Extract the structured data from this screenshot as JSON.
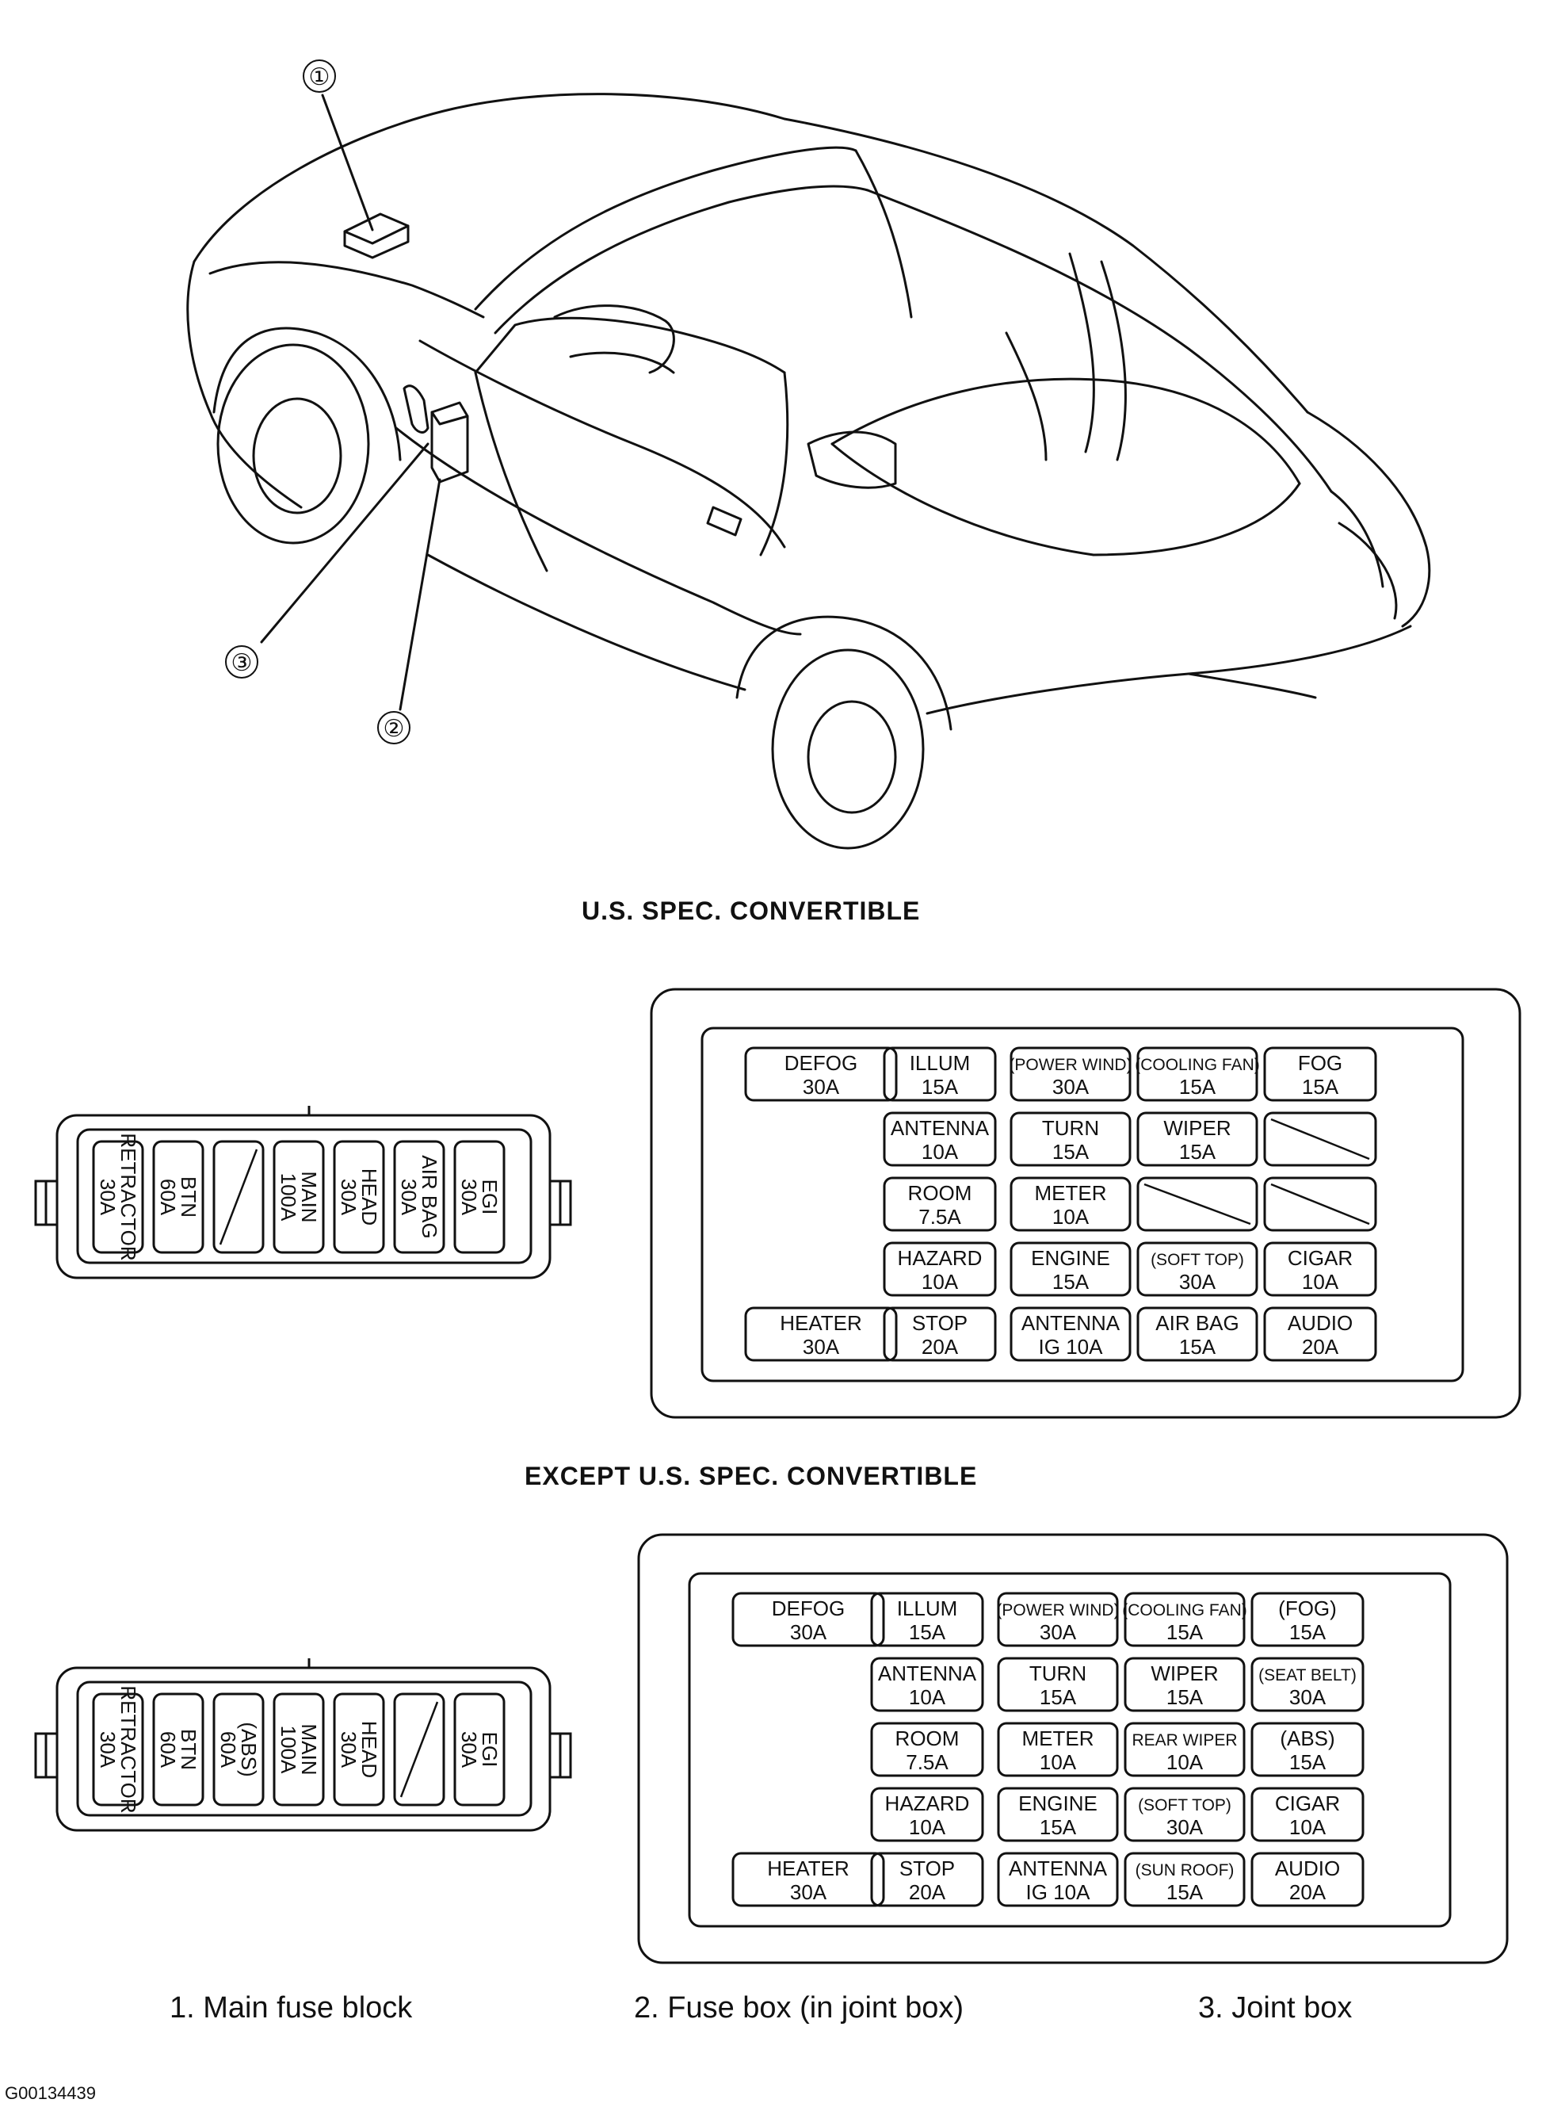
{
  "callouts": [
    "①",
    "②",
    "③"
  ],
  "section_titles": {
    "us": "U.S. SPEC. CONVERTIBLE",
    "except": "EXCEPT U.S. SPEC. CONVERTIBLE"
  },
  "main_fuse_block_us": [
    {
      "name": "RETRACTOR",
      "rating": "30A"
    },
    {
      "name": "BTN",
      "rating": "60A"
    },
    {
      "name": "",
      "rating": ""
    },
    {
      "name": "MAIN",
      "rating": "100A"
    },
    {
      "name": "HEAD",
      "rating": "30A"
    },
    {
      "name": "AIR BAG",
      "rating": "30A"
    },
    {
      "name": "EGI",
      "rating": "30A"
    }
  ],
  "main_fuse_block_except": [
    {
      "name": "RETRACTOR",
      "rating": "30A"
    },
    {
      "name": "BTN",
      "rating": "60A"
    },
    {
      "name": "(ABS)",
      "rating": "60A"
    },
    {
      "name": "MAIN",
      "rating": "100A"
    },
    {
      "name": "HEAD",
      "rating": "30A"
    },
    {
      "name": "",
      "rating": ""
    },
    {
      "name": "EGI",
      "rating": "30A"
    }
  ],
  "fuse_box_us": [
    {
      "name": "DEFOG",
      "rating": "30A"
    },
    {
      "name": "ILLUM",
      "rating": "15A"
    },
    {
      "name": "(POWER WIND)",
      "rating": "30A"
    },
    {
      "name": "(COOLING FAN)",
      "rating": "15A"
    },
    {
      "name": "FOG",
      "rating": "15A"
    },
    {
      "name": "ANTENNA",
      "rating": "10A"
    },
    {
      "name": "TURN",
      "rating": "15A"
    },
    {
      "name": "WIPER",
      "rating": "15A"
    },
    {
      "name": "",
      "rating": ""
    },
    {
      "name": "ROOM",
      "rating": "7.5A"
    },
    {
      "name": "METER",
      "rating": "10A"
    },
    {
      "name": "",
      "rating": ""
    },
    {
      "name": "",
      "rating": ""
    },
    {
      "name": "HAZARD",
      "rating": "10A"
    },
    {
      "name": "ENGINE",
      "rating": "15A"
    },
    {
      "name": "(SOFT TOP)",
      "rating": "30A"
    },
    {
      "name": "CIGAR",
      "rating": "10A"
    },
    {
      "name": "HEATER",
      "rating": "30A"
    },
    {
      "name": "STOP",
      "rating": "20A"
    },
    {
      "name": "ANTENNA",
      "rating": "IG 10A"
    },
    {
      "name": "AIR BAG",
      "rating": "15A"
    },
    {
      "name": "AUDIO",
      "rating": "20A"
    }
  ],
  "fuse_box_except": [
    {
      "name": "DEFOG",
      "rating": "30A"
    },
    {
      "name": "ILLUM",
      "rating": "15A"
    },
    {
      "name": "(POWER WIND)",
      "rating": "30A"
    },
    {
      "name": "(COOLING FAN)",
      "rating": "15A"
    },
    {
      "name": "(FOG)",
      "rating": "15A"
    },
    {
      "name": "ANTENNA",
      "rating": "10A"
    },
    {
      "name": "TURN",
      "rating": "15A"
    },
    {
      "name": "WIPER",
      "rating": "15A"
    },
    {
      "name": "(SEAT BELT)",
      "rating": "30A"
    },
    {
      "name": "ROOM",
      "rating": "7.5A"
    },
    {
      "name": "METER",
      "rating": "10A"
    },
    {
      "name": "REAR WIPER",
      "rating": "10A"
    },
    {
      "name": "(ABS)",
      "rating": "15A"
    },
    {
      "name": "HAZARD",
      "rating": "10A"
    },
    {
      "name": "ENGINE",
      "rating": "15A"
    },
    {
      "name": "(SOFT TOP)",
      "rating": "30A"
    },
    {
      "name": "CIGAR",
      "rating": "10A"
    },
    {
      "name": "HEATER",
      "rating": "30A"
    },
    {
      "name": "STOP",
      "rating": "20A"
    },
    {
      "name": "ANTENNA",
      "rating": "IG 10A"
    },
    {
      "name": "(SUN ROOF)",
      "rating": "15A"
    },
    {
      "name": "AUDIO",
      "rating": "20A"
    }
  ],
  "legend": {
    "item1": "1. Main fuse block",
    "item2": "2. Fuse box (in joint box)",
    "item3": "3. Joint box"
  },
  "image_code": "G00134439"
}
